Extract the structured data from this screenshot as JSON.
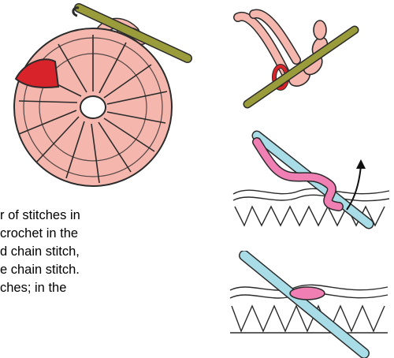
{
  "text": {
    "lines": [
      "r of stitches in",
      "crochet in the",
      "d chain stitch,",
      "e chain stitch.",
      "ches; in the"
    ]
  },
  "colors": {
    "yarn": "#f5b7ad",
    "outline": "#2b2b2b",
    "hook": "#9a9b3a",
    "red_stitch": "#d9232b",
    "blue_hook": "#a8dde8",
    "pink_yarn": "#f07fb4"
  }
}
